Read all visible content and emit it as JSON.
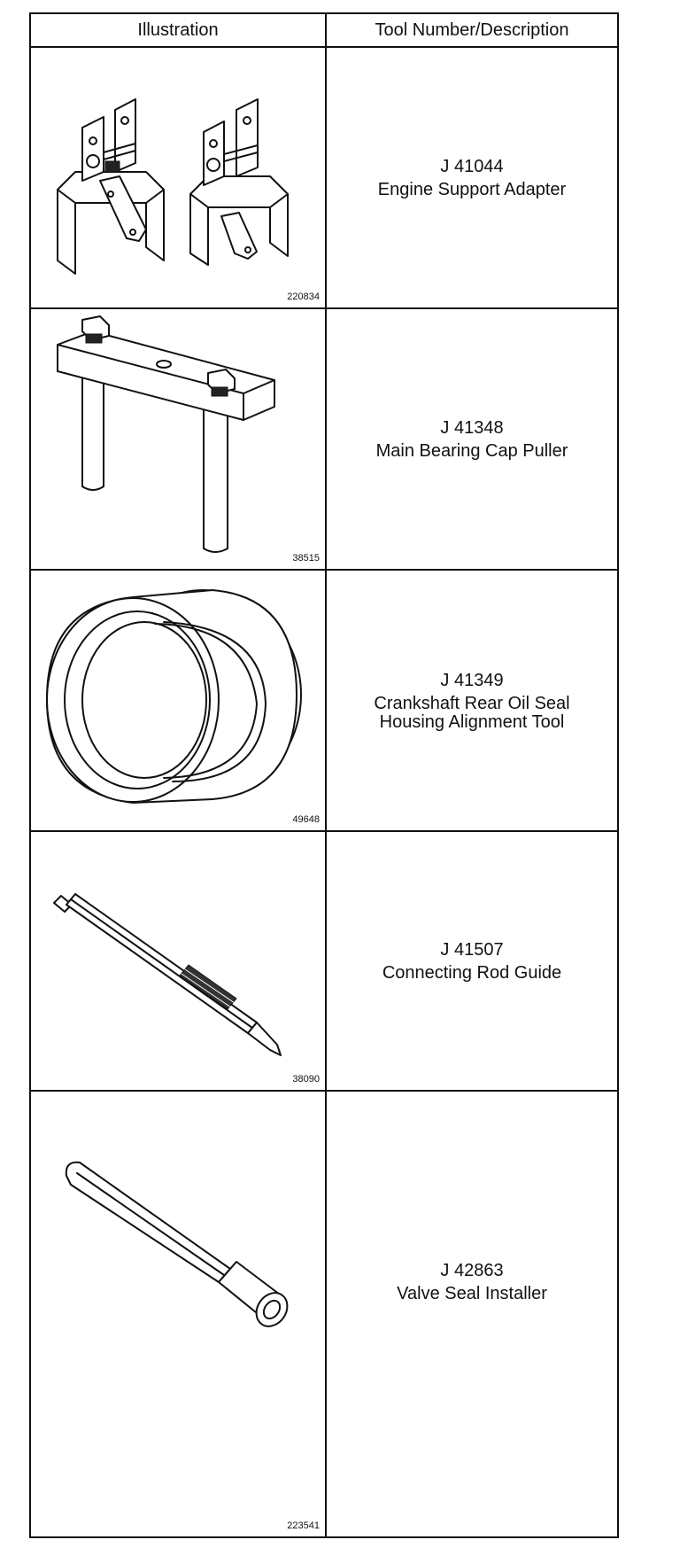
{
  "table": {
    "headers": {
      "illustration": "Illustration",
      "description": "Tool Number/Description"
    },
    "rows": [
      {
        "ref": "220834",
        "tool_number": "J 41044",
        "description": "Engine Support Adapter",
        "icon": "engine-support-adapter-icon"
      },
      {
        "ref": "38515",
        "tool_number": "J 41348",
        "description": "Main Bearing Cap Puller",
        "icon": "main-bearing-cap-puller-icon"
      },
      {
        "ref": "49648",
        "tool_number": "J 41349",
        "description": "Crankshaft Rear Oil Seal\nHousing Alignment Tool",
        "icon": "seal-housing-alignment-ring-icon"
      },
      {
        "ref": "38090",
        "tool_number": "J 41507",
        "description": "Connecting Rod Guide",
        "icon": "connecting-rod-guide-icon"
      },
      {
        "ref": "223541",
        "tool_number": "J 42863",
        "description": "Valve Seal Installer",
        "icon": "valve-seal-installer-icon"
      }
    ]
  }
}
